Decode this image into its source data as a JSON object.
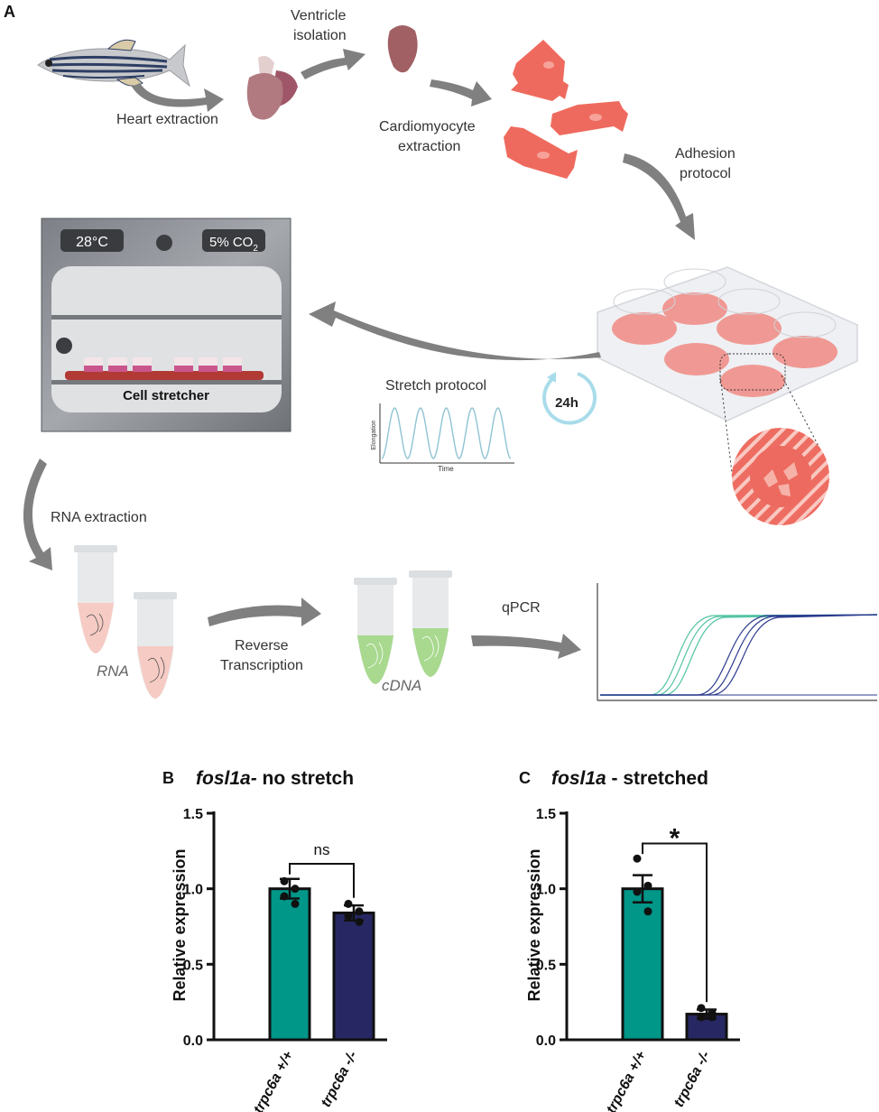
{
  "panel_a": {
    "label": "A",
    "steps": {
      "heart_extraction": "Heart extraction",
      "ventricle_line1": "Ventricle",
      "ventricle_line2": "isolation",
      "cardio_line1": "Cardiomyocyte",
      "cardio_line2": "extraction",
      "adhesion_line1": "Adhesion",
      "adhesion_line2": "protocol",
      "stretch_protocol": "Stretch protocol",
      "duration": "24h",
      "rna_extraction": "RNA extraction",
      "rt_line1": "Reverse",
      "rt_line2": "Transcription",
      "qpcr": "qPCR"
    },
    "incubator": {
      "temperature": "28°C",
      "co2_prefix": "5% CO",
      "co2_sub": "2",
      "device": "Cell stretcher"
    },
    "wave_plot": {
      "ylabel": "Elongation",
      "xlabel": "Time"
    },
    "tubes": {
      "rna_label": "RNA",
      "cdna_label": "cDNA"
    },
    "colors": {
      "cell": "#e8675a",
      "rna_fill": "#f6cbc4",
      "cdna_fill": "#a8d98f",
      "arrow": "#808080",
      "qpcr_green": "#53c3a3",
      "qpcr_blue": "#2b3a8f"
    }
  },
  "chart_data": [
    {
      "panel": "B",
      "type": "bar",
      "title_italic": "fosl1a-",
      "title_rest": " no stretch",
      "ylabel": "Relative expression",
      "ylim": [
        0,
        1.5
      ],
      "yticks": [
        "0.0",
        "0.5",
        "1.0",
        "1.5"
      ],
      "categories": [
        "trpc6a +/+",
        "trpc6a -/-"
      ],
      "values": [
        1.0,
        0.84
      ],
      "sem": [
        0.065,
        0.05
      ],
      "points": [
        [
          1.05,
          1.0,
          0.95,
          0.9
        ],
        [
          0.9,
          0.85,
          0.82,
          0.78
        ]
      ],
      "colors": [
        "#009688",
        "#272863"
      ],
      "significance": "ns"
    },
    {
      "panel": "C",
      "type": "bar",
      "title_italic": "fosl1a",
      "title_rest": " - stretched",
      "ylabel": "Relative expression",
      "ylim": [
        0,
        1.5
      ],
      "yticks": [
        "0.0",
        "0.5",
        "1.0",
        "1.5"
      ],
      "categories": [
        "trpc6a +/+",
        "trpc6a -/-"
      ],
      "values": [
        1.0,
        0.17
      ],
      "sem": [
        0.09,
        0.03
      ],
      "points": [
        [
          1.2,
          1.02,
          0.98,
          0.85
        ],
        [
          0.21,
          0.18,
          0.15,
          0.15
        ]
      ],
      "colors": [
        "#009688",
        "#272863"
      ],
      "significance": "*"
    }
  ]
}
